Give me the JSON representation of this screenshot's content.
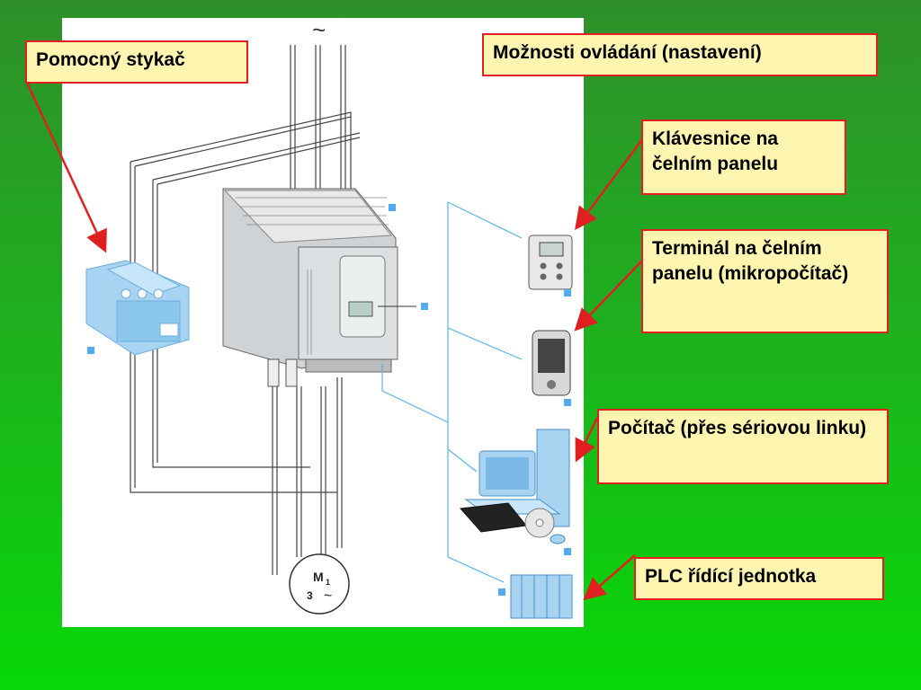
{
  "colors": {
    "callout_border": "#e02020",
    "callout_fill": "#fdf5b0",
    "arrow": "#e02020",
    "device": "#8cc8ee",
    "link_line": "#58b4e8"
  },
  "diagram": {
    "supply_symbol": "~",
    "motor_label": "M",
    "motor_subscript": "1",
    "motor_phases": "3",
    "motor_ac_symbol": "~"
  },
  "callouts": {
    "auxiliary_contactor": "Pomocný stykač",
    "control_options": "Možnosti ovládání (nastavení)",
    "front_keypad": "Klávesnice na čelním panelu",
    "front_terminal": "Terminál na čelním panelu (mikropočítač)",
    "pc_serial": "Počítač (přes sériovou linku)",
    "plc_unit": "PLC řídící jednotka"
  },
  "icons": [
    "contactor-icon",
    "soft-starter-icon",
    "keypad-icon",
    "pda-icon",
    "computer-icon",
    "plc-icon",
    "motor-icon"
  ]
}
